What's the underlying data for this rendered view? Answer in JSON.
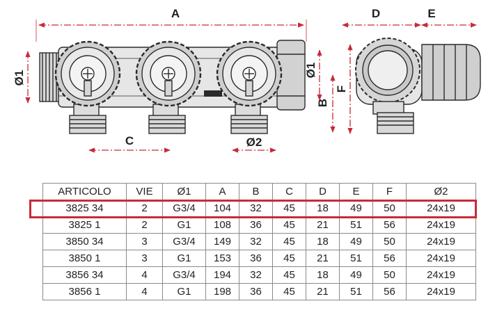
{
  "drawing": {
    "dimension_labels": {
      "A": "A",
      "D": "D",
      "E": "E",
      "F": "F",
      "B": "B",
      "C": "C",
      "O1_left": "Ø1",
      "O1_right": "Ø1",
      "O2": "Ø2"
    },
    "colors": {
      "dimension_line": "#c92a37",
      "outline": "#2a2a2a",
      "body_fill": "#e6e6e6",
      "knob_fill": "#cfcfcf",
      "thread_fill": "#d8d8d8"
    }
  },
  "table": {
    "headers": [
      "ARTICOLO",
      "VIE",
      "Ø1",
      "A",
      "B",
      "C",
      "D",
      "E",
      "F",
      "Ø2"
    ],
    "rows": [
      [
        "3825 34",
        "2",
        "G3/4",
        "104",
        "32",
        "45",
        "18",
        "49",
        "50",
        "24x19"
      ],
      [
        "3825 1",
        "2",
        "G1",
        "108",
        "36",
        "45",
        "21",
        "51",
        "56",
        "24x19"
      ],
      [
        "3850 34",
        "3",
        "G3/4",
        "149",
        "32",
        "45",
        "18",
        "49",
        "50",
        "24x19"
      ],
      [
        "3850 1",
        "3",
        "G1",
        "153",
        "36",
        "45",
        "21",
        "51",
        "56",
        "24x19"
      ],
      [
        "3856 34",
        "4",
        "G3/4",
        "194",
        "32",
        "45",
        "18",
        "49",
        "50",
        "24x19"
      ],
      [
        "3856 1",
        "4",
        "G1",
        "198",
        "36",
        "45",
        "21",
        "51",
        "56",
        "24x19"
      ]
    ],
    "highlight_row_index": 0,
    "highlight_color": "#c92a37"
  }
}
